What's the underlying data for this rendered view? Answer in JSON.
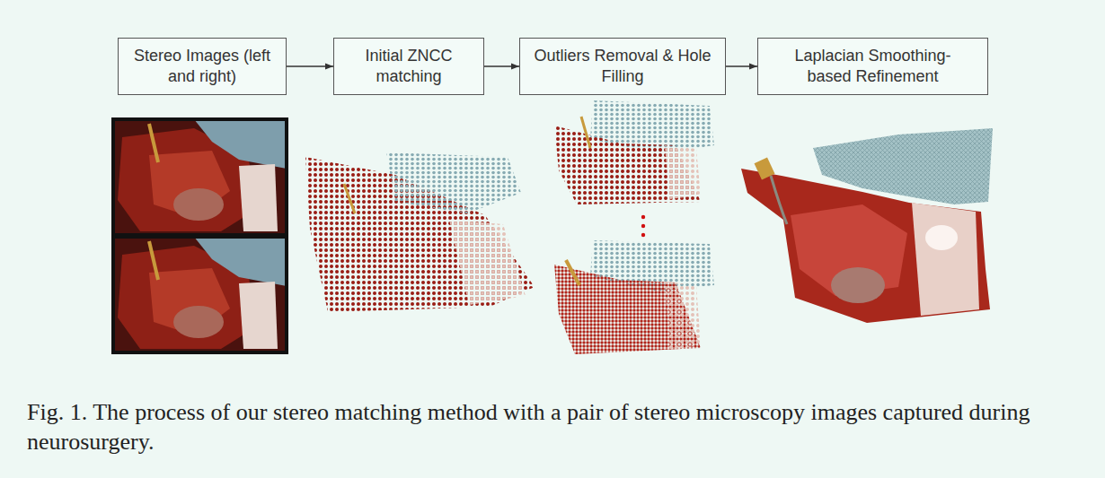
{
  "diagram": {
    "caption": "Fig. 1. The process of our stereo matching method with a pair of stereo microscopy images captured during neurosurgery.",
    "nodes": [
      {
        "text": [
          "Stereo Images (left and right)"
        ]
      },
      {
        "text": [
          "Initial ZNCC matching"
        ]
      },
      {
        "text": [
          "Outliers Removal & Hole Filling"
        ]
      },
      {
        "text": [
          "Laplacian Smoothing-based Refinement"
        ]
      }
    ],
    "edges": [
      {
        "from": 0,
        "to": 1,
        "arrow": "to"
      },
      {
        "from": 1,
        "to": 2,
        "arrow": "to"
      },
      {
        "from": 2,
        "to": 3,
        "arrow": "to"
      }
    ]
  }
}
